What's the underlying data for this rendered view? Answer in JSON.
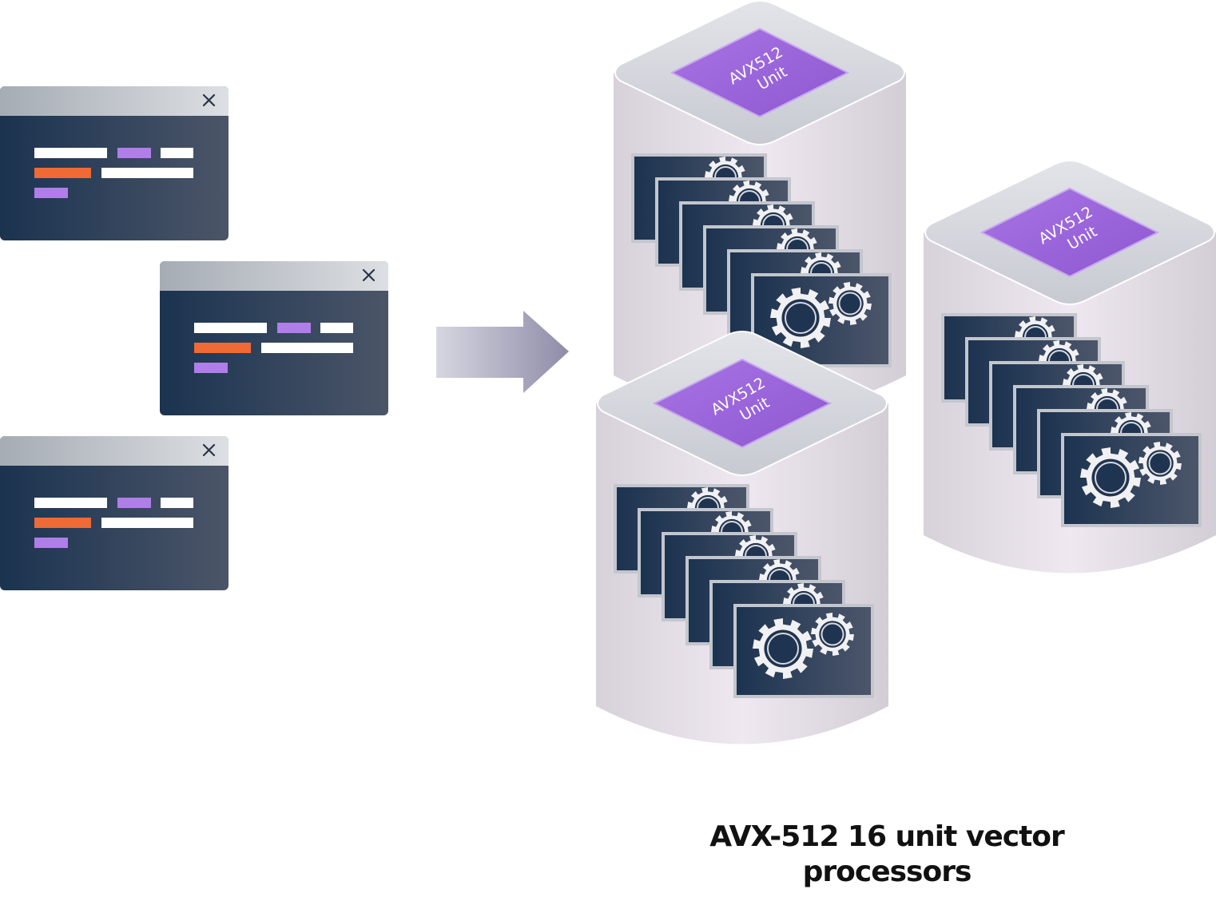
{
  "colors": {
    "window_body": "#1f3550",
    "window_title": "#b8bdc4",
    "text_white": "#ffffff",
    "accent_purple": "#b07ee8",
    "accent_orange": "#ef6a34",
    "arrow": "#9896b0",
    "tower_body": "#e9e1ea",
    "tower_top": "#cfd1d8",
    "unit_purple": "#9b63d8",
    "card_navy": "#24384f",
    "gear": "#f1f1f3"
  },
  "icons": {
    "window_close": "close-icon",
    "transfer": "right-arrow-icon",
    "processor_card": "gear-icon"
  },
  "windows": [
    {
      "id": "window-1"
    },
    {
      "id": "window-2"
    },
    {
      "id": "window-3"
    }
  ],
  "towers": [
    {
      "id": "tower-back",
      "unit_line1": "AVX512",
      "unit_line2": "Unit",
      "cards": 6
    },
    {
      "id": "tower-right",
      "unit_line1": "AVX512",
      "unit_line2": "Unit",
      "cards": 6
    },
    {
      "id": "tower-front",
      "unit_line1": "AVX512",
      "unit_line2": "Unit",
      "cards": 6
    }
  ],
  "caption": {
    "line1": "AVX-512 16 unit vector",
    "line2": "processors"
  }
}
